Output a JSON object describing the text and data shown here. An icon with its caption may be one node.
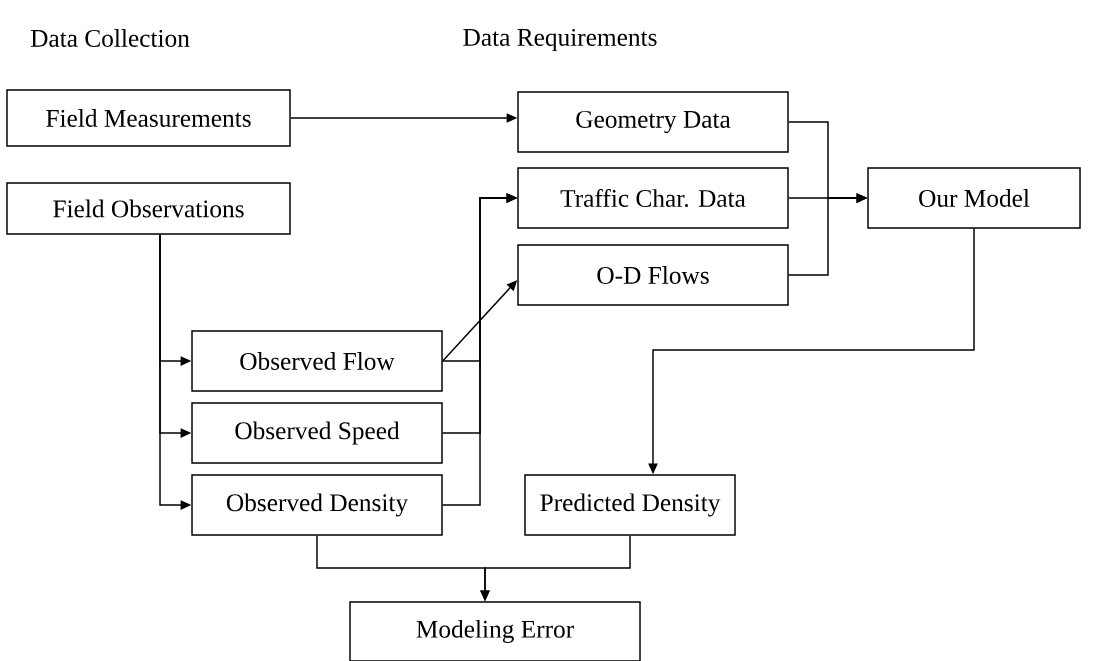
{
  "diagram": {
    "nodes": [
      {
        "text": [
          "Field Measurements"
        ]
      },
      {
        "text": [
          "Field Observations"
        ]
      },
      {
        "text": [
          "Observed Flow"
        ]
      },
      {
        "text": [
          "Observed Speed"
        ]
      },
      {
        "text": [
          "Observed Density"
        ]
      },
      {
        "text": [
          "Geometry Data"
        ]
      },
      {
        "text": [
          "Traffic Char. Data"
        ]
      },
      {
        "text": [
          "O-D Flows"
        ]
      },
      {
        "text": [
          "Our Model"
        ]
      },
      {
        "text": [
          "Predicted Density"
        ]
      },
      {
        "text": [
          "Modeling Error"
        ]
      }
    ],
    "edges": [
      {
        "from": 0,
        "to": 5,
        "arrow": "to"
      },
      {
        "from": 1,
        "to": 2,
        "arrow": "to"
      },
      {
        "from": 1,
        "to": 3,
        "arrow": "to"
      },
      {
        "from": 1,
        "to": 4,
        "arrow": "to"
      },
      {
        "from": 2,
        "to": 6,
        "arrow": "to"
      },
      {
        "from": 3,
        "to": 6,
        "arrow": "to"
      },
      {
        "from": 4,
        "to": 6,
        "arrow": "to"
      },
      {
        "from": 2,
        "to": 7,
        "arrow": "to"
      },
      {
        "from": 5,
        "to": 8,
        "arrow": "to"
      },
      {
        "from": 6,
        "to": 8,
        "arrow": "to"
      },
      {
        "from": 7,
        "to": 8,
        "arrow": "to"
      },
      {
        "from": 8,
        "to": 9,
        "arrow": "to"
      },
      {
        "from": 4,
        "to": 10,
        "arrow": "to"
      },
      {
        "from": 9,
        "to": 10,
        "arrow": "to"
      }
    ],
    "labels": [
      "Data Collection",
      "Data Requirements"
    ]
  }
}
